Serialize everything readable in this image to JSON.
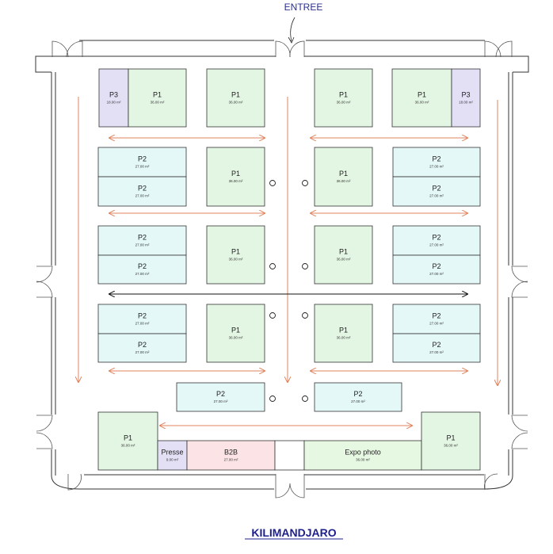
{
  "header": {
    "entrance_label": "ENTREE"
  },
  "footer": {
    "hall_name": "KILIMANDJARO"
  },
  "colors": {
    "P1": "#e3f5e3",
    "P2": "#e4f8f8",
    "P3": "#e3e0f6",
    "Presse": "#e3e0f6",
    "B2B": "#fce4e6",
    "Expo": "#e6f8e2",
    "empty": "#ffffff",
    "walkway_arrow": "#e0835c",
    "main_arrow": "#111111",
    "title": "#1b1f8f"
  },
  "stands": [
    {
      "id": "p3-tl",
      "type": "P3",
      "name": "P3",
      "area": "18.00 m²"
    },
    {
      "id": "p1-r1c1",
      "type": "P1",
      "name": "P1",
      "area": "36.00 m²"
    },
    {
      "id": "p1-r1c2",
      "type": "P1",
      "name": "P1",
      "area": "36.00 m²"
    },
    {
      "id": "p1-r1c3",
      "type": "P1",
      "name": "P1",
      "area": "36.00 m²"
    },
    {
      "id": "p1-r1c4",
      "type": "P1",
      "name": "P1",
      "area": "36.00 m²"
    },
    {
      "id": "p3-tr",
      "type": "P3",
      "name": "P3",
      "area": "18.00 m²"
    },
    {
      "id": "p2-r2a-l",
      "type": "P2",
      "name": "P2",
      "area": "27.00 m²"
    },
    {
      "id": "p2-r2b-l",
      "type": "P2",
      "name": "P2",
      "area": "27.00 m²"
    },
    {
      "id": "p1-r2c2",
      "type": "P1",
      "name": "P1",
      "area": "36.00 m²"
    },
    {
      "id": "p1-r2c3",
      "type": "P1",
      "name": "P1",
      "area": "36.00 m²"
    },
    {
      "id": "p2-r2a-r",
      "type": "P2",
      "name": "P2",
      "area": "27.00 m²"
    },
    {
      "id": "p2-r2b-r",
      "type": "P2",
      "name": "P2",
      "area": "27.00 m²"
    },
    {
      "id": "p2-r3a-l",
      "type": "P2",
      "name": "P2",
      "area": "27.00 m²"
    },
    {
      "id": "p2-r3b-l",
      "type": "P2",
      "name": "P2",
      "area": "27.00 m²"
    },
    {
      "id": "p1-r3c2",
      "type": "P1",
      "name": "P1",
      "area": "36.00 m²"
    },
    {
      "id": "p1-r3c3",
      "type": "P1",
      "name": "P1",
      "area": "36.00 m²"
    },
    {
      "id": "p2-r3a-r",
      "type": "P2",
      "name": "P2",
      "area": "27.00 m²"
    },
    {
      "id": "p2-r3b-r",
      "type": "P2",
      "name": "P2",
      "area": "27.00 m²"
    },
    {
      "id": "p2-r4a-l",
      "type": "P2",
      "name": "P2",
      "area": "27.00 m²"
    },
    {
      "id": "p2-r4b-l",
      "type": "P2",
      "name": "P2",
      "area": "27.00 m²"
    },
    {
      "id": "p1-r4c2",
      "type": "P1",
      "name": "P1",
      "area": "36.00 m²"
    },
    {
      "id": "p1-r4c3",
      "type": "P1",
      "name": "P1",
      "area": "36.00 m²"
    },
    {
      "id": "p2-r4a-r",
      "type": "P2",
      "name": "P2",
      "area": "27.00 m²"
    },
    {
      "id": "p2-r4b-r",
      "type": "P2",
      "name": "P2",
      "area": "27.00 m²"
    },
    {
      "id": "p2-r5-l",
      "type": "P2",
      "name": "P2",
      "area": "27.00 m²"
    },
    {
      "id": "p2-r5-r",
      "type": "P2",
      "name": "P2",
      "area": "27.00 m²"
    },
    {
      "id": "p1-bl",
      "type": "P1",
      "name": "P1",
      "area": "36.00 m²"
    },
    {
      "id": "presse",
      "type": "Presse",
      "name": "Presse",
      "area": "9.00 m²"
    },
    {
      "id": "b2b",
      "type": "B2B",
      "name": "B2B",
      "area": "27.00 m²"
    },
    {
      "id": "empty-bottom",
      "type": "empty",
      "name": "",
      "area": ""
    },
    {
      "id": "expo-photo",
      "type": "Expo",
      "name": "Expo photo",
      "area": "36.00 m²"
    },
    {
      "id": "p1-br",
      "type": "P1",
      "name": "P1",
      "area": "36.00 m²"
    }
  ]
}
